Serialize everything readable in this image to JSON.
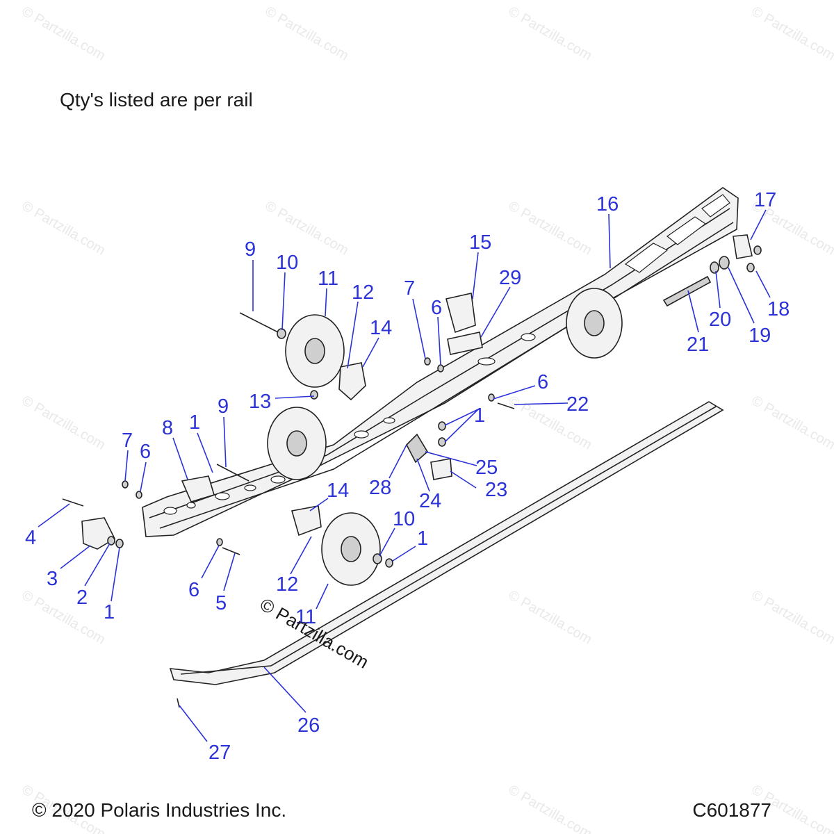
{
  "note": "Qty's listed are per rail",
  "copyright": "© 2020 Polaris Industries Inc.",
  "diagram_id": "C601877",
  "watermark": "© Partzilla.com",
  "callouts": [
    {
      "id": "c9a",
      "label": "9"
    },
    {
      "id": "c10a",
      "label": "10"
    },
    {
      "id": "c11a",
      "label": "11"
    },
    {
      "id": "c12a",
      "label": "12"
    },
    {
      "id": "c14a",
      "label": "14"
    },
    {
      "id": "c7a",
      "label": "7"
    },
    {
      "id": "c6a",
      "label": "6"
    },
    {
      "id": "c15",
      "label": "15"
    },
    {
      "id": "c29",
      "label": "29"
    },
    {
      "id": "c16",
      "label": "16"
    },
    {
      "id": "c17",
      "label": "17"
    },
    {
      "id": "c18",
      "label": "18"
    },
    {
      "id": "c19",
      "label": "19"
    },
    {
      "id": "c20",
      "label": "20"
    },
    {
      "id": "c21",
      "label": "21"
    },
    {
      "id": "c13",
      "label": "13"
    },
    {
      "id": "c6b",
      "label": "6"
    },
    {
      "id": "c22",
      "label": "22"
    },
    {
      "id": "c9b",
      "label": "9"
    },
    {
      "id": "c1a",
      "label": "1"
    },
    {
      "id": "c8",
      "label": "8"
    },
    {
      "id": "c7b",
      "label": "7"
    },
    {
      "id": "c6c",
      "label": "6"
    },
    {
      "id": "c1b",
      "label": "1"
    },
    {
      "id": "c25",
      "label": "25"
    },
    {
      "id": "c23",
      "label": "23"
    },
    {
      "id": "c28",
      "label": "28"
    },
    {
      "id": "c24",
      "label": "24"
    },
    {
      "id": "c14b",
      "label": "14"
    },
    {
      "id": "c10b",
      "label": "10"
    },
    {
      "id": "c1c",
      "label": "1"
    },
    {
      "id": "c4",
      "label": "4"
    },
    {
      "id": "c3",
      "label": "3"
    },
    {
      "id": "c2",
      "label": "2"
    },
    {
      "id": "c1d",
      "label": "1"
    },
    {
      "id": "c6d",
      "label": "6"
    },
    {
      "id": "c5",
      "label": "5"
    },
    {
      "id": "c12b",
      "label": "12"
    },
    {
      "id": "c11b",
      "label": "11"
    },
    {
      "id": "c26",
      "label": "26"
    },
    {
      "id": "c27",
      "label": "27"
    }
  ]
}
